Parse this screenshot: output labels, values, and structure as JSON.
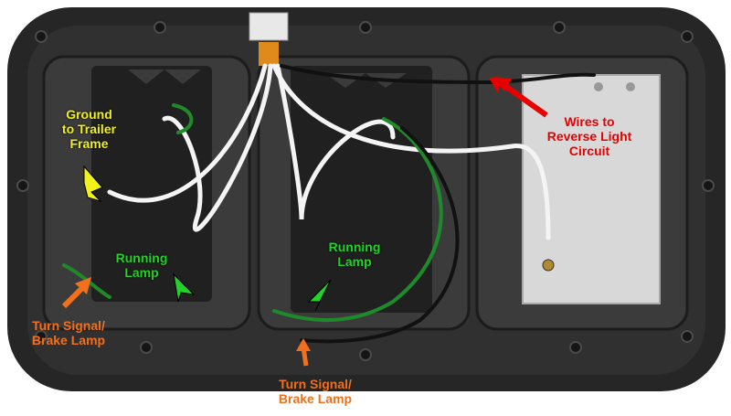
{
  "labels": {
    "ground": [
      "Ground",
      "to Trailer",
      "Frame"
    ],
    "running_left": [
      "Running",
      "Lamp"
    ],
    "running_center": [
      "Running",
      "Lamp"
    ],
    "reverse": [
      "Wires to",
      "Reverse Light",
      "Circuit"
    ],
    "turn_left": [
      "Turn Signal/",
      "Brake Lamp"
    ],
    "turn_bottom": [
      "Turn Signal/",
      "Brake Lamp"
    ]
  },
  "colors": {
    "housing": "#2b2b2b",
    "panel": "#3a3a3a",
    "label_yellow": "#f2f21a",
    "label_green": "#22d12a",
    "label_red": "#e60000",
    "label_orange": "#f0701e",
    "wire_white": "#f4f4f4",
    "wire_green": "#1f8a2a",
    "wire_black": "#111111"
  }
}
